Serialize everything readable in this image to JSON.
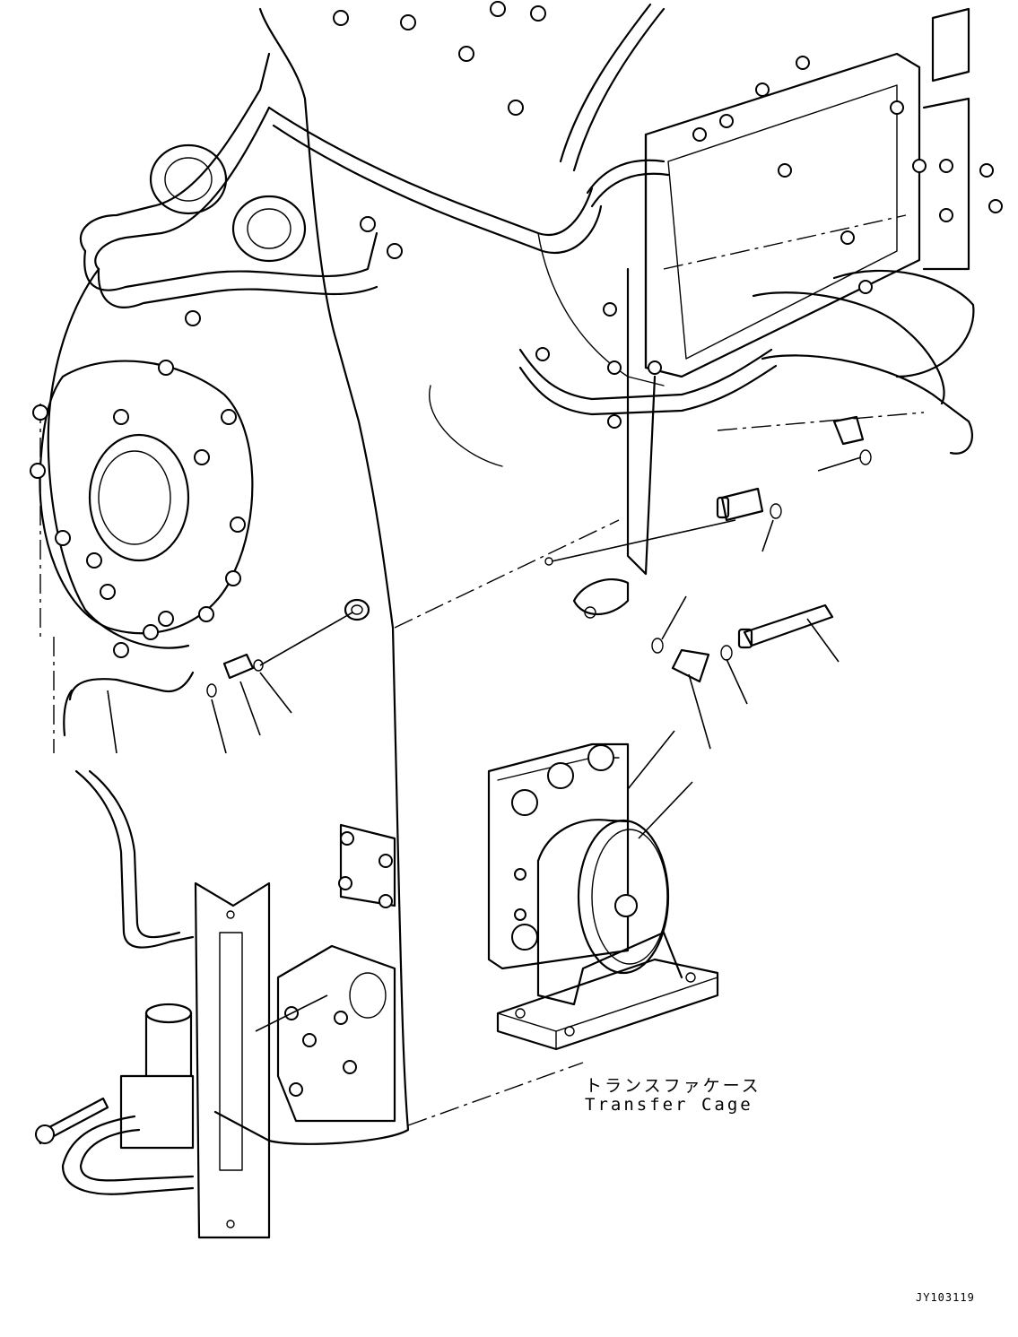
{
  "caption": {
    "japanese": "トランスファケース",
    "english": "Transfer Cage"
  },
  "drawing_id": "JY103119",
  "colors": {
    "line": "#000000",
    "background": "#ffffff"
  }
}
